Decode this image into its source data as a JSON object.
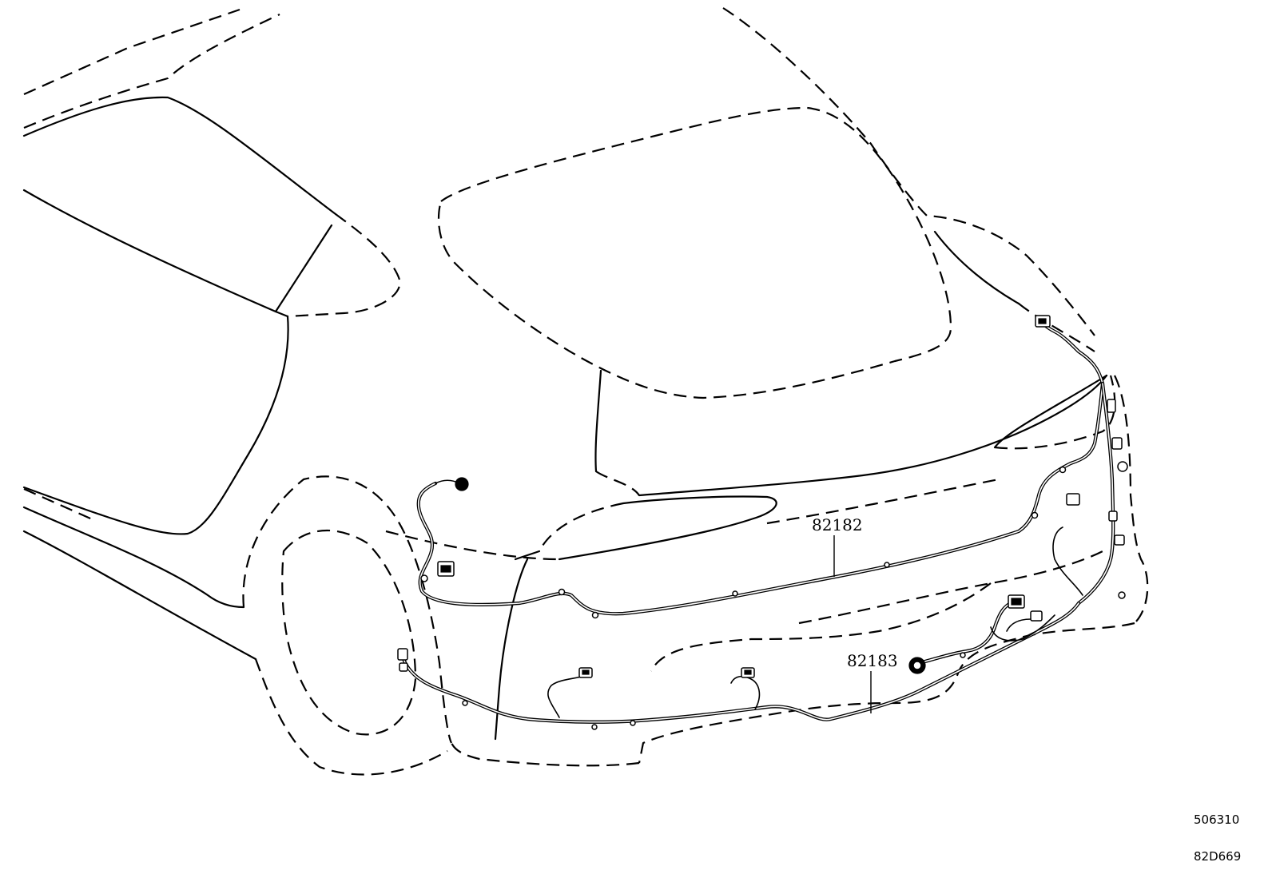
{
  "parts": [
    {
      "number": "82182"
    },
    {
      "number": "82183"
    }
  ],
  "references": {
    "diagram_code": "506310",
    "catalog_code": "82D669"
  }
}
